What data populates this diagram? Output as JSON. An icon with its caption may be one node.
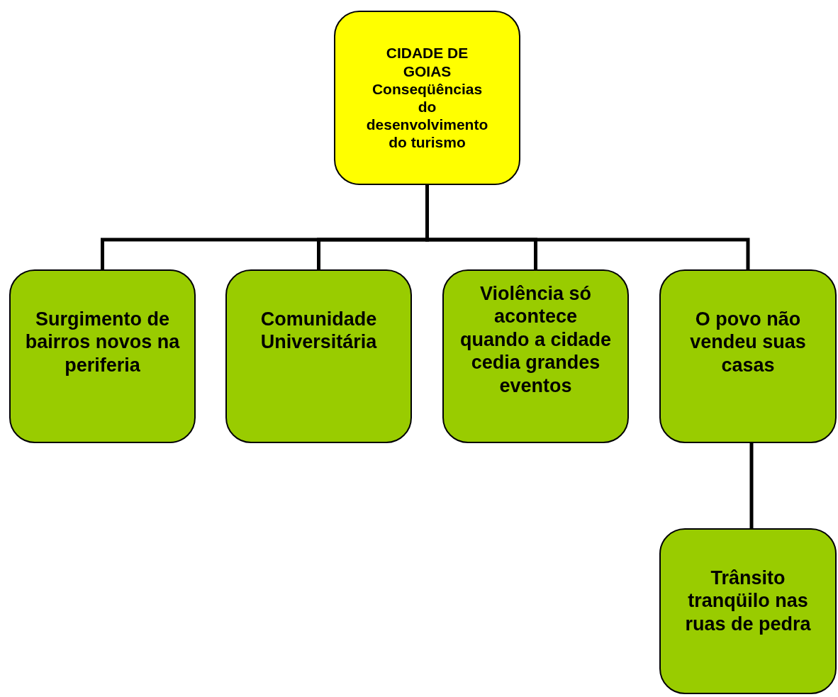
{
  "diagram": {
    "nodes": [
      {
        "text": [
          "CIDADE DE GOIAS",
          "Conseqüências do desenvolvimento do turismo"
        ]
      },
      {
        "text": [
          "Surgimento de bairros novos na periferia"
        ]
      },
      {
        "text": [
          "Comunidade Universitária"
        ]
      },
      {
        "text": [
          "Violência só acontece quando a cidade cedia grandes eventos"
        ]
      },
      {
        "text": [
          "O povo não vendeu suas casas"
        ]
      },
      {
        "text": [
          "Trânsito tranqüilo nas ruas de pedra"
        ]
      }
    ],
    "edges": [
      {
        "from": 0,
        "to": 1,
        "arrow": "none"
      },
      {
        "from": 0,
        "to": 2,
        "arrow": "none"
      },
      {
        "from": 0,
        "to": 3,
        "arrow": "none"
      },
      {
        "from": 0,
        "to": 4,
        "arrow": "none"
      },
      {
        "from": 4,
        "to": 5,
        "arrow": "none"
      }
    ]
  }
}
